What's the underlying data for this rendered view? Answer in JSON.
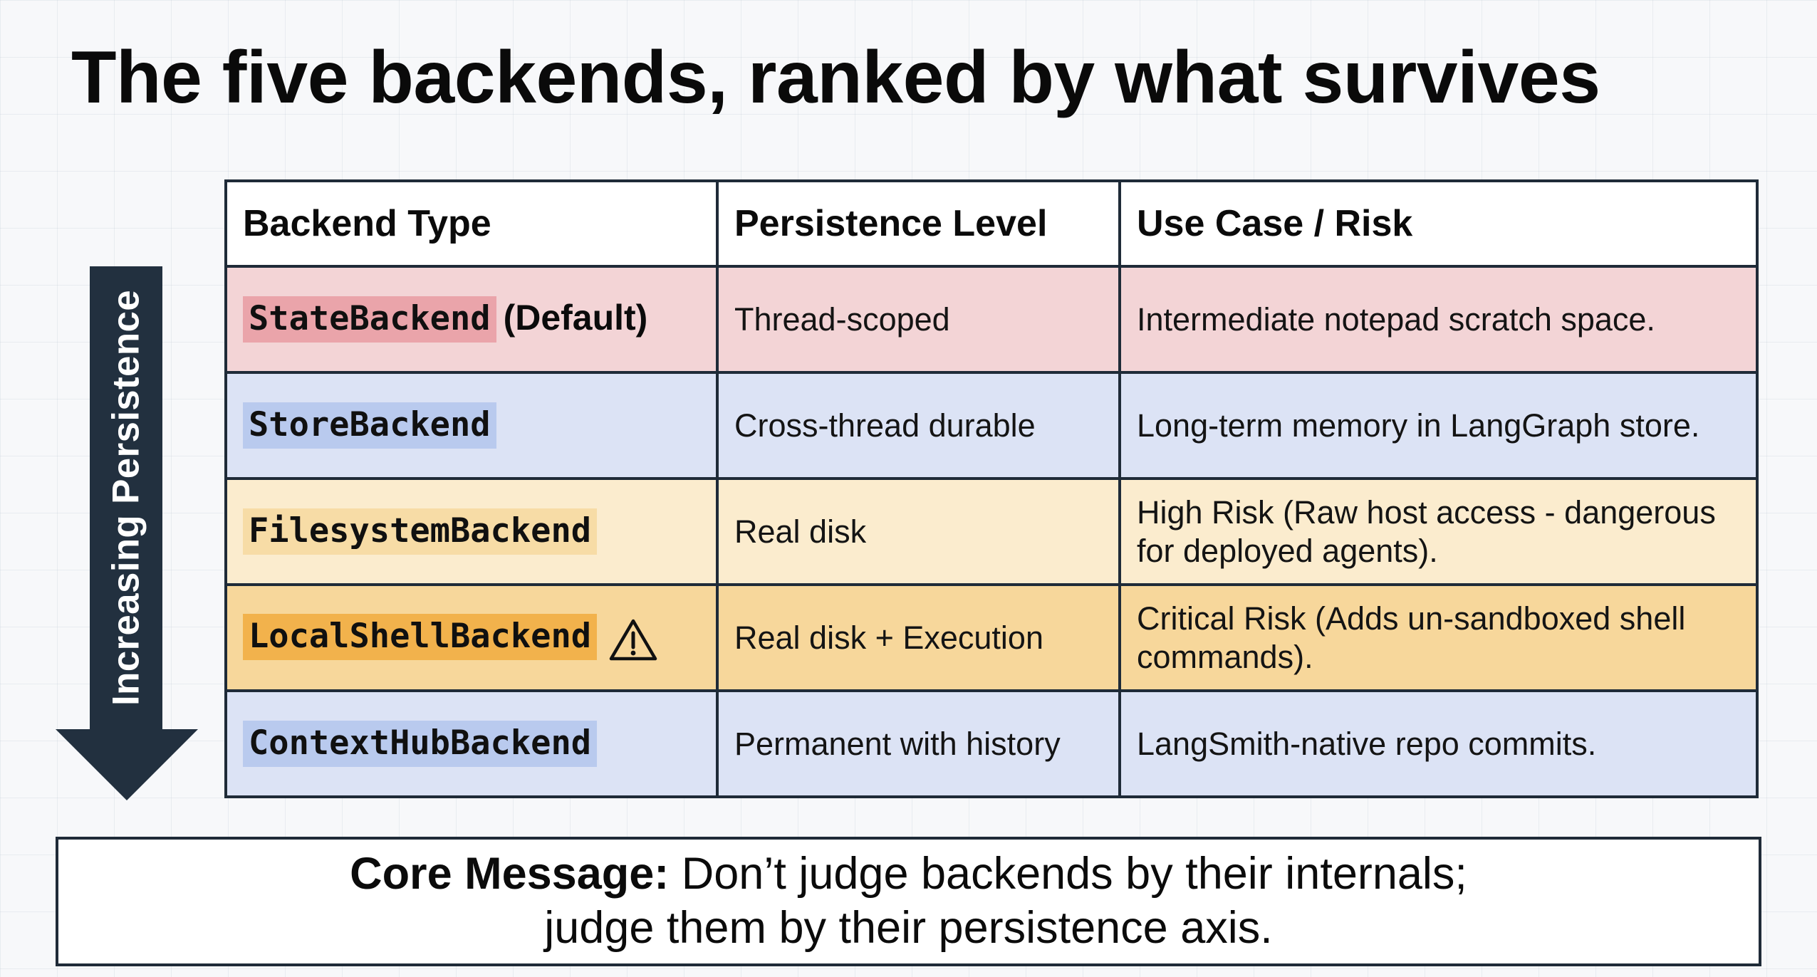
{
  "title": "The five backends, ranked by what survives",
  "arrow_label": "Increasing Persistence",
  "table": {
    "headers": [
      "Backend Type",
      "Persistence Level",
      "Use Case / Risk"
    ],
    "rows": [
      {
        "backend": "StateBackend",
        "suffix": "(Default)",
        "level": "Thread-scoped",
        "use_case": "Intermediate notepad scratch space.",
        "color": "#f3d4d6",
        "chip_color": "#eaa4aa"
      },
      {
        "backend": "StoreBackend",
        "level": "Cross-thread durable",
        "use_case": "Long-term memory in LangGraph store.",
        "color": "#dce3f5",
        "chip_color": "#b9caee"
      },
      {
        "backend": "FilesystemBackend",
        "level": "Real disk",
        "use_case": "High Risk (Raw host access - dangerous for deployed agents).",
        "color": "#fbecce",
        "chip_color": "#f7dca6"
      },
      {
        "backend": "LocalShellBackend",
        "icon": "warning-icon",
        "level": "Real disk + Execution",
        "use_case": "Critical Risk (Adds un-sandboxed shell commands).",
        "color": "#f7d79b",
        "chip_color": "#f2b24c"
      },
      {
        "backend": "ContextHubBackend",
        "level": "Permanent with history",
        "use_case": "LangSmith-native repo commits.",
        "color": "#dce3f5",
        "chip_color": "#b9caee"
      }
    ]
  },
  "core_message": {
    "label": "Core Message:",
    "line1": "Don’t judge backends by their internals;",
    "line2": "judge them by their persistence axis."
  },
  "colors": {
    "dark": "#1f2b38",
    "arrow": "#22303f"
  }
}
